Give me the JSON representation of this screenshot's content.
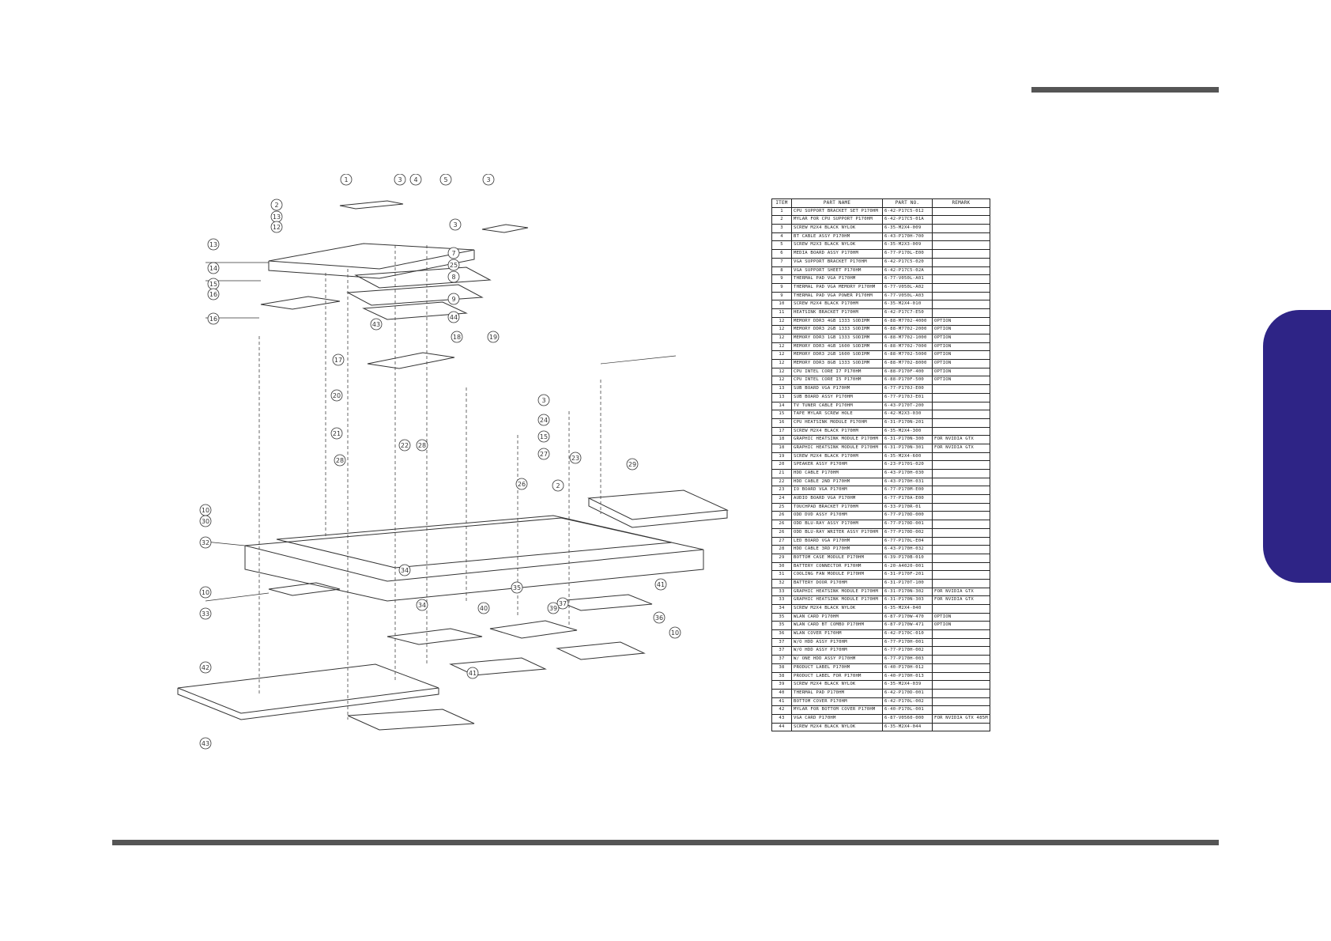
{
  "parts_table": {
    "headers": [
      "ITEM",
      "PART  NAME",
      "PART  NO.",
      "REMARK"
    ],
    "rows": [
      [
        "1",
        "CPU SUPPORT BRACKET SET P170HM",
        "6-42-P17C5-012",
        ""
      ],
      [
        "2",
        "MYLAR FOR CPU SUPPORT P170HM",
        "6-42-P17C5-01A",
        ""
      ],
      [
        "3",
        "SCREW M2X4 BLACK NYLOK",
        "6-35-M2X4-009",
        ""
      ],
      [
        "4",
        "BT CABLE ASSY P170HM",
        "6-43-P170H-700",
        ""
      ],
      [
        "5",
        "SCREW M2X3 BLACK NYLOK",
        "6-35-M2X3-009",
        ""
      ],
      [
        "6",
        "MEDIA BOARD ASSY P170HM",
        "6-77-P170L-E00",
        ""
      ],
      [
        "7",
        "VGA SUPPORT BRACKET P170HM",
        "6-42-P17C5-020",
        ""
      ],
      [
        "8",
        "VGA SUPPORT SHEET P170HM",
        "6-42-P17C5-02A",
        ""
      ],
      [
        "9",
        "THERMAL PAD VGA P170HM",
        "6-77-V050L-A01",
        ""
      ],
      [
        "9",
        "THERMAL PAD VGA MEMORY P170HM",
        "6-77-V050L-A02",
        ""
      ],
      [
        "9",
        "THERMAL PAD VGA POWER P170HM",
        "6-77-V050L-A03",
        ""
      ],
      [
        "10",
        "SCREW M2X4 BLACK P170HM",
        "6-35-M2X4-010",
        ""
      ],
      [
        "11",
        "HEATSINK BRACKET P170HM",
        "6-42-P17C7-E50",
        ""
      ],
      [
        "12",
        "MEMORY DDR3 4GB 1333 SODIMM",
        "6-88-M7702-4000",
        "OPTION"
      ],
      [
        "12",
        "MEMORY DDR3 2GB 1333 SODIMM",
        "6-88-M7702-2000",
        "OPTION"
      ],
      [
        "12",
        "MEMORY DDR3 1GB 1333 SODIMM",
        "6-88-M7702-1000",
        "OPTION"
      ],
      [
        "12",
        "MEMORY DDR3 4GB 1600 SODIMM",
        "6-88-M7702-7000",
        "OPTION"
      ],
      [
        "12",
        "MEMORY DDR3 2GB 1600 SODIMM",
        "6-88-M7702-5000",
        "OPTION"
      ],
      [
        "12",
        "MEMORY DDR3 8GB 1333 SODIMM",
        "6-88-M7702-8000",
        "OPTION"
      ],
      [
        "12",
        "CPU INTEL CORE I7 P170HM",
        "6-88-P170F-400",
        "OPTION"
      ],
      [
        "12",
        "CPU INTEL CORE I5 P170HM",
        "6-88-P170F-500",
        "OPTION"
      ],
      [
        "13",
        "SUB BOARD VGA P170HM",
        "6-77-P170J-E00",
        ""
      ],
      [
        "13",
        "SUB BOARD ASSY P170HM",
        "6-77-P170J-E01",
        ""
      ],
      [
        "14",
        "TV TUNER CABLE P170HM",
        "6-43-P170T-200",
        ""
      ],
      [
        "15",
        "TAPE MYLAR SCREW HOLE",
        "6-42-M2X3-030",
        ""
      ],
      [
        "16",
        "CPU HEATSINK MODULE P170HM",
        "6-31-P170N-201",
        ""
      ],
      [
        "17",
        "SCREW M2X4 BLACK P170HM",
        "6-35-M2X4-300",
        ""
      ],
      [
        "18",
        "GRAPHIC HEATSINK MODULE P170HM",
        "6-31-P170N-300",
        "FOR NVIDIA GTX"
      ],
      [
        "18",
        "GRAPHIC HEATSINK MODULE P170HM",
        "6-31-P170N-301",
        "FOR NVIDIA GTX"
      ],
      [
        "19",
        "SCREW M2X4 BLACK P170HM",
        "6-35-M2X4-600",
        ""
      ],
      [
        "20",
        "SPEAKER ASSY P170HM",
        "6-23-P170S-020",
        ""
      ],
      [
        "21",
        "HDD CABLE P170HM",
        "6-43-P170H-030",
        ""
      ],
      [
        "22",
        "HDD CABLE 2ND P170HM",
        "6-43-P170H-031",
        ""
      ],
      [
        "23",
        "IO BOARD VGA P170HM",
        "6-77-P170M-E00",
        ""
      ],
      [
        "24",
        "AUDIO BOARD VGA P170HM",
        "6-77-P170A-E00",
        ""
      ],
      [
        "25",
        "TOUCHPAD BRACKET P170HM",
        "6-33-P170R-01",
        ""
      ],
      [
        "26",
        "ODD DVD ASSY P170HM",
        "6-77-P170D-000",
        ""
      ],
      [
        "26",
        "ODD BLU-RAY ASSY P170HM",
        "6-77-P170D-001",
        ""
      ],
      [
        "26",
        "ODD BLU-RAY WRITER ASSY P170HM",
        "6-77-P170D-002",
        ""
      ],
      [
        "27",
        "LED BOARD VGA P170HM",
        "6-77-P170L-E04",
        ""
      ],
      [
        "28",
        "HDD CABLE 3RD P170HM",
        "6-43-P170H-032",
        ""
      ],
      [
        "29",
        "BOTTOM CASE MODULE P170HM",
        "6-39-P170B-010",
        ""
      ],
      [
        "30",
        "BATTERY CONNECTOR P170HM",
        "6-20-A4020-001",
        ""
      ],
      [
        "31",
        "COOLING FAN MODULE P170HM",
        "6-31-P170F-201",
        ""
      ],
      [
        "32",
        "BATTERY DOOR P170HM",
        "6-31-P170T-100",
        ""
      ],
      [
        "33",
        "GRAPHIC HEATSINK MODULE P170HM",
        "6-31-P170N-302",
        "FOR NVIDIA GTX"
      ],
      [
        "33",
        "GRAPHIC HEATSINK MODULE P170HM",
        "6-31-P170N-303",
        "FOR NVIDIA GTX"
      ],
      [
        "34",
        "SCREW M2X4 BLACK NYLOK",
        "6-35-M2X4-040",
        ""
      ],
      [
        "35",
        "WLAN CARD P170HM",
        "6-87-P170W-470",
        "OPTION"
      ],
      [
        "35",
        "WLAN CARD BT COMBO P170HM",
        "6-87-P170W-471",
        "OPTION"
      ],
      [
        "36",
        "WLAN COVER P170HM",
        "6-42-P170C-010",
        ""
      ],
      [
        "37",
        "W/O HDD ASSY P170HM",
        "6-77-P170H-001",
        ""
      ],
      [
        "37",
        "W/O HDD ASSY P170HM",
        "6-77-P170H-002",
        ""
      ],
      [
        "37",
        "W/ ONE HDD ASSY P170HM",
        "6-77-P170H-003",
        ""
      ],
      [
        "38",
        "PRODUCT LABEL P170HM",
        "6-40-P170H-012",
        ""
      ],
      [
        "38",
        "PRODUCT LABEL FOR P170HM",
        "6-40-P170H-013",
        ""
      ],
      [
        "39",
        "SCREW M2X4 BLACK NYLOK",
        "6-35-M2X4-039",
        ""
      ],
      [
        "40",
        "THERMAL PAD P170HM",
        "6-42-P170D-001",
        ""
      ],
      [
        "41",
        "BOTTOM COVER P170HM",
        "6-42-P170L-002",
        ""
      ],
      [
        "42",
        "MYLAR FOR BOTTOM COVER P170HM",
        "6-40-P170L-001",
        ""
      ],
      [
        "43",
        "VGA CARD P170HM",
        "6-87-V0560-000",
        "FOR NVIDIA GTX 485M"
      ],
      [
        "44",
        "SCREW M2X4 BLACK NYLOK",
        "6-35-M2X4-044",
        ""
      ]
    ]
  },
  "callouts": [
    "1",
    "3",
    "4",
    "5",
    "3",
    "2",
    "13",
    "12",
    "3",
    "13",
    "14",
    "15",
    "16",
    "7",
    "25",
    "8",
    "9",
    "44",
    "43",
    "16",
    "17",
    "18",
    "19",
    "20",
    "3",
    "24",
    "21",
    "15",
    "27",
    "28",
    "22",
    "28",
    "23",
    "26",
    "2",
    "29",
    "10",
    "30",
    "32",
    "10",
    "33",
    "34",
    "34",
    "40",
    "35",
    "37",
    "39",
    "41",
    "36",
    "10",
    "41",
    "42",
    "43"
  ]
}
